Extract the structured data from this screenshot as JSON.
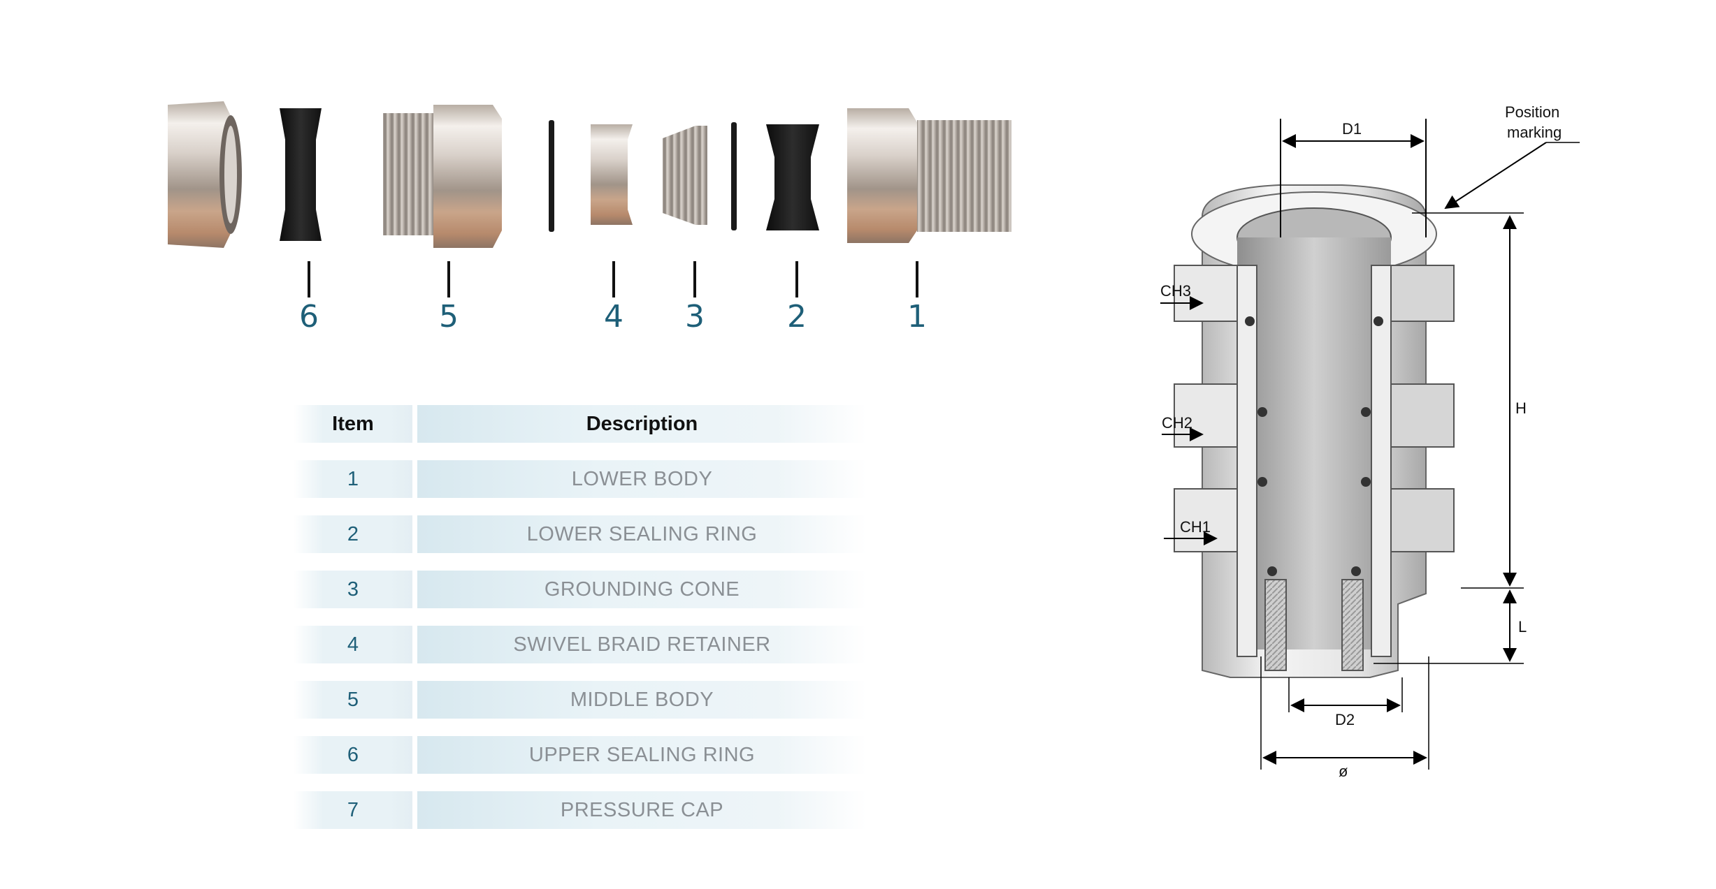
{
  "exploded_view": {
    "labels": [
      "6",
      "5",
      "4",
      "3",
      "2",
      "1"
    ]
  },
  "table": {
    "headers": {
      "item": "Item",
      "description": "Description"
    },
    "rows": [
      {
        "item": "1",
        "description": "LOWER BODY"
      },
      {
        "item": "2",
        "description": "LOWER SEALING RING"
      },
      {
        "item": "3",
        "description": "GROUNDING CONE"
      },
      {
        "item": "4",
        "description": "SWIVEL BRAID RETAINER"
      },
      {
        "item": "5",
        "description": "MIDDLE BODY"
      },
      {
        "item": "6",
        "description": "UPPER SEALING RING"
      },
      {
        "item": "7",
        "description": "PRESSURE CAP"
      }
    ]
  },
  "drawing": {
    "callout_line1": "Position",
    "callout_line2": "marking",
    "dim_d1": "D1",
    "dim_d2": "D2",
    "dim_dia": "ø",
    "dim_h": "H",
    "dim_l": "L",
    "ch3": "CH3",
    "ch2": "CH2",
    "ch1": "CH1"
  },
  "colors": {
    "label_blue": "#1e5f78",
    "desc_grey": "#8a8f94",
    "row_tint": "#e8f2f6"
  }
}
